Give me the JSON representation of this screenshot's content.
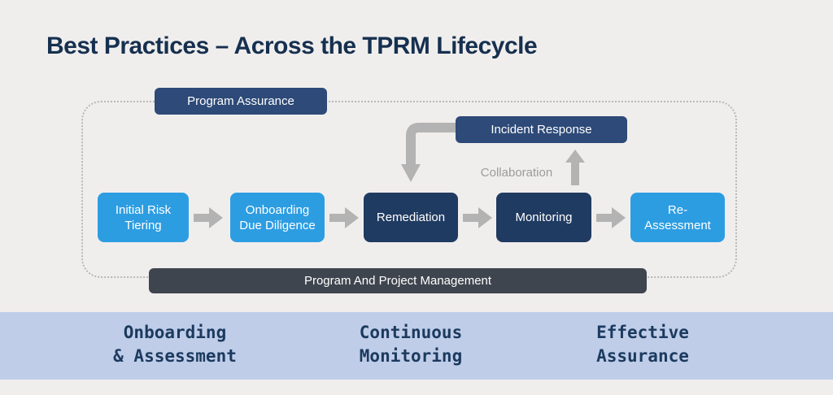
{
  "title": "Best Practices – Across the TPRM Lifecycle",
  "diagram": {
    "program_assurance_label": "Program Assurance",
    "incident_response_label": "Incident Response",
    "collaboration_label": "Collaboration",
    "flow": [
      {
        "label": "Initial Risk\nTiering",
        "variant": "light-blue"
      },
      {
        "label": "Onboarding\nDue Diligence",
        "variant": "light-blue"
      },
      {
        "label": "Remediation",
        "variant": "navy"
      },
      {
        "label": "Monitoring",
        "variant": "navy"
      },
      {
        "label": "Re-\nAssessment",
        "variant": "light-blue"
      }
    ],
    "program_management_label": "Program And Project Management"
  },
  "footer": {
    "phases": [
      {
        "label": "Onboarding\n& Assessment"
      },
      {
        "label": "Continuous\nMonitoring"
      },
      {
        "label": "Effective\nAssurance"
      }
    ]
  },
  "colors": {
    "background": "#f0eeed",
    "title_text": "#16304f",
    "box_dark_blue": "#2d4a78",
    "box_navy": "#203b61",
    "box_light_blue": "#2d9de2",
    "bar_gray": "#3f454e",
    "arrow_gray": "#b3b3b3",
    "footer_band": "#bfcde9",
    "footer_text": "#1b3a5e",
    "collaboration_text": "#9b9b9b"
  }
}
